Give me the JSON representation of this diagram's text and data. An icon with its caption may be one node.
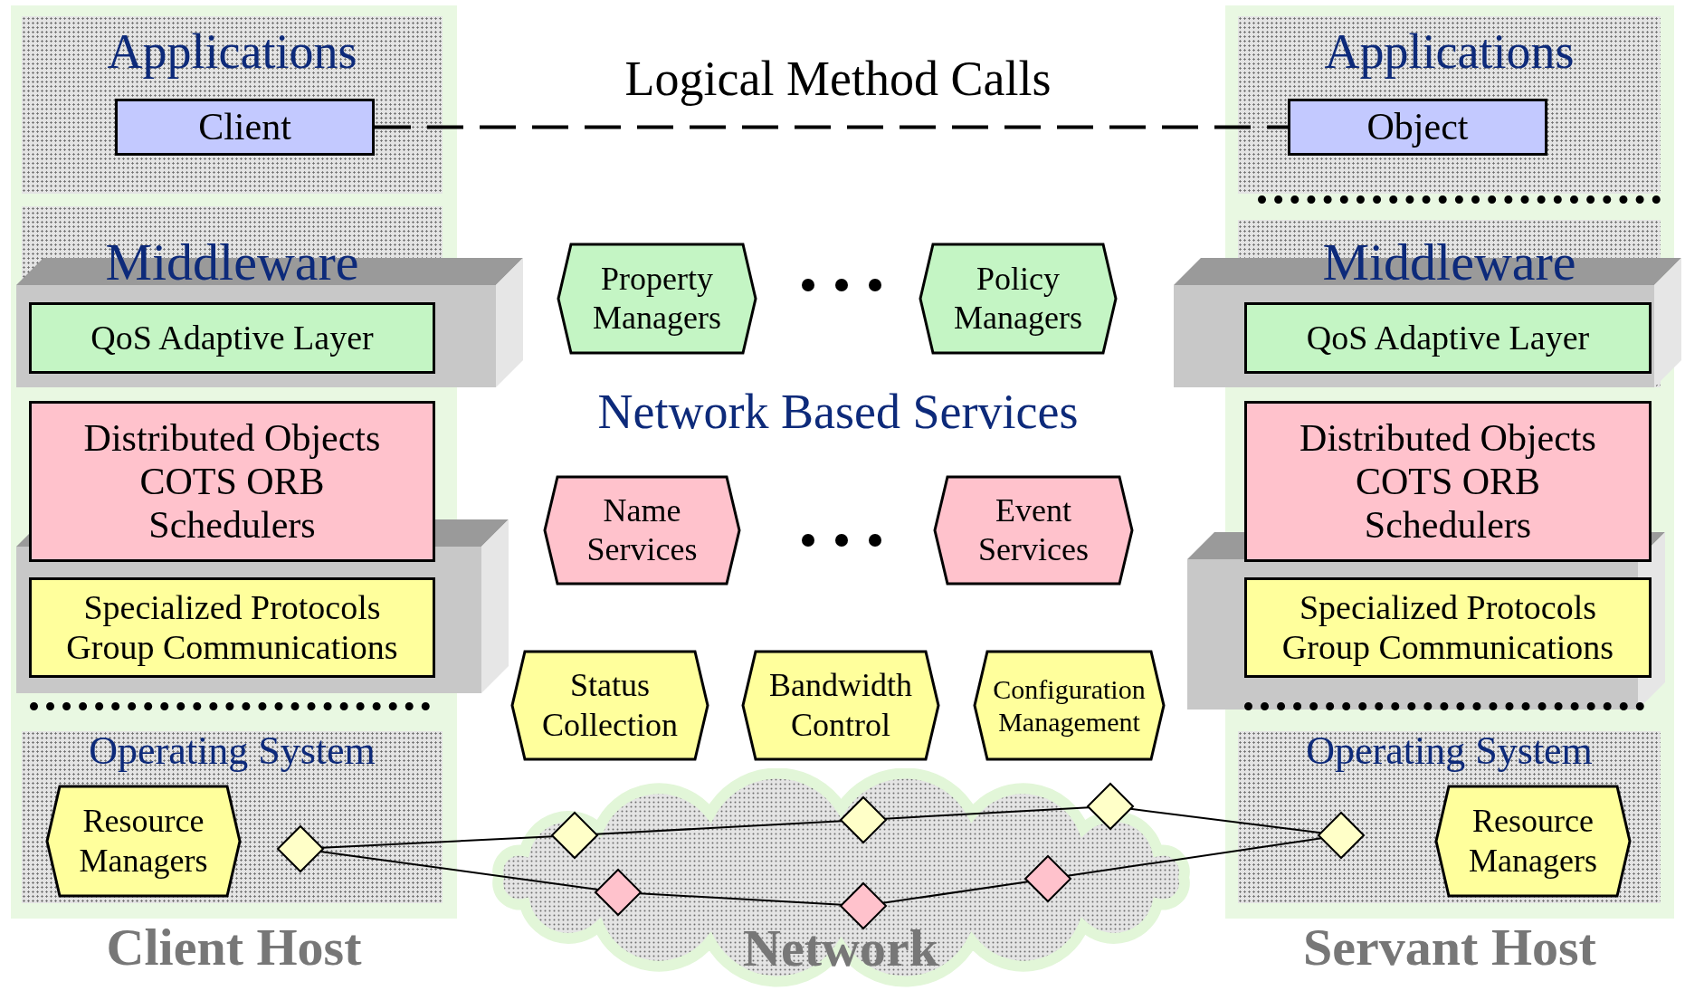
{
  "diagram": {
    "nodes": [
      {
        "text": [
          "Client Host"
        ]
      },
      {
        "text": [
          "Applications"
        ],
        "in": 0
      },
      {
        "text": [
          "Client"
        ],
        "in": 1
      },
      {
        "text": [
          "Middleware"
        ],
        "in": 0
      },
      {
        "text": [
          "QoS Adaptive Layer"
        ],
        "in": 3
      },
      {
        "text": [
          "Distributed Objects",
          "COTS ORB",
          "Schedulers"
        ],
        "in": 0
      },
      {
        "text": [
          "Specialized Protocols",
          "Group Communications"
        ],
        "in": 0
      },
      {
        "text": [
          "Operating System"
        ],
        "in": 0
      },
      {
        "text": [
          "Resource Managers"
        ],
        "in": 7
      },
      {
        "text": [
          "Servant Host"
        ]
      },
      {
        "text": [
          "Applications"
        ],
        "in": 9
      },
      {
        "text": [
          "Object"
        ],
        "in": 10
      },
      {
        "text": [
          "Middleware"
        ],
        "in": 9
      },
      {
        "text": [
          "QoS Adaptive Layer"
        ],
        "in": 12
      },
      {
        "text": [
          "Distributed Objects",
          "COTS ORB",
          "Schedulers"
        ],
        "in": 9
      },
      {
        "text": [
          "Specialized Protocols",
          "Group Communications"
        ],
        "in": 9
      },
      {
        "text": [
          "Operating System"
        ],
        "in": 9
      },
      {
        "text": [
          "Resource Managers"
        ],
        "in": 16
      },
      {
        "text": [
          "Property Managers"
        ]
      },
      {
        "text": [
          "Policy Managers"
        ]
      },
      {
        "text": [
          "Name Services"
        ]
      },
      {
        "text": [
          "Event Services"
        ]
      },
      {
        "text": [
          "Status Collection"
        ]
      },
      {
        "text": [
          "Bandwidth Control"
        ]
      },
      {
        "text": [
          "Configuration Management"
        ]
      },
      {
        "text": [
          "Network"
        ]
      },
      {
        "text": [],
        "shape": "diamond",
        "in": 7
      },
      {
        "text": [],
        "shape": "diamond",
        "in": 25
      },
      {
        "text": [],
        "shape": "diamond",
        "in": 25
      },
      {
        "text": [],
        "shape": "diamond"
      },
      {
        "text": [],
        "shape": "diamond",
        "in": 16
      },
      {
        "text": [],
        "shape": "diamond",
        "in": 25
      },
      {
        "text": [],
        "shape": "diamond",
        "in": 25
      },
      {
        "text": [],
        "shape": "diamond",
        "in": 25
      }
    ],
    "edges": [
      {
        "from": 2,
        "to": 11,
        "arrow": "none",
        "style": "dashed"
      },
      {
        "from": 26,
        "to": 27,
        "arrow": "none"
      },
      {
        "from": 27,
        "to": 28,
        "arrow": "none"
      },
      {
        "from": 28,
        "to": 29,
        "arrow": "none"
      },
      {
        "from": 29,
        "to": 30,
        "arrow": "none"
      },
      {
        "from": 26,
        "to": 31,
        "arrow": "none"
      },
      {
        "from": 31,
        "to": 32,
        "arrow": "none"
      },
      {
        "from": 32,
        "to": 33,
        "arrow": "none"
      },
      {
        "from": 33,
        "to": 30,
        "arrow": "none"
      }
    ],
    "labels": [
      "Logical Method Calls",
      "Network Based Services"
    ]
  }
}
